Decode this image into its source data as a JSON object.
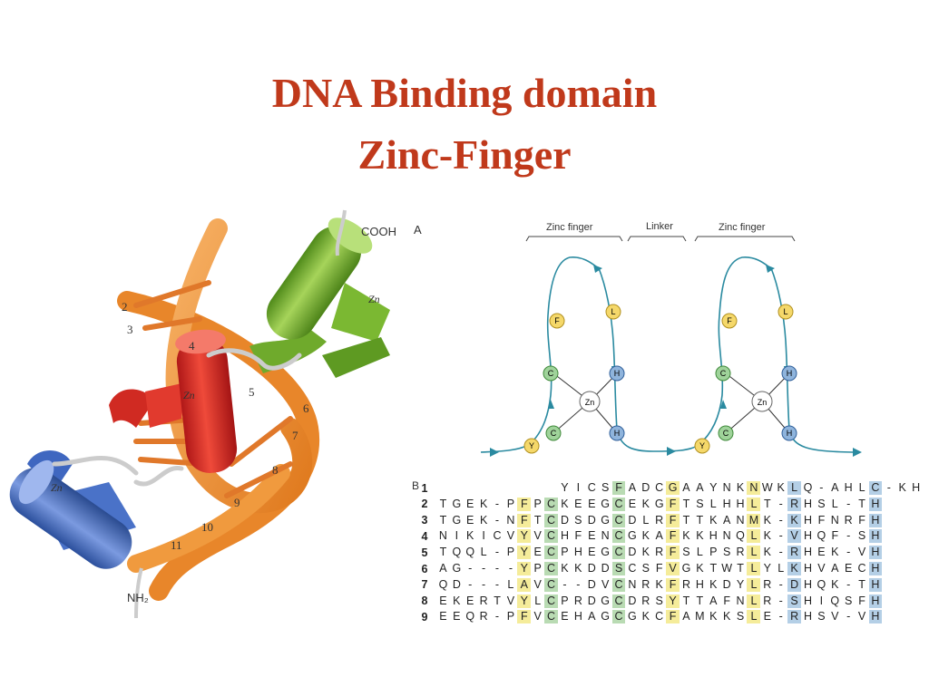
{
  "title": {
    "line1": "DNA Binding domain",
    "line2": "Zinc-Finger"
  },
  "protein_figure": {
    "labels": {
      "cooh": "COOH",
      "nh2": "NH₂",
      "zn": "Zn",
      "bases": [
        "2",
        "3",
        "4",
        "5",
        "6",
        "7",
        "8",
        "9",
        "10",
        "11"
      ]
    }
  },
  "diagram_a": {
    "panel_label": "A",
    "headers": {
      "zinc_finger_1": "Zinc finger",
      "linker": "Linker",
      "zinc_finger_2": "Zinc finger"
    },
    "residues": [
      "F",
      "L",
      "C",
      "H",
      "Zn",
      "Y"
    ]
  },
  "sequences": {
    "panel_label": "B",
    "rows": [
      {
        "num": "1",
        "seq": "         YICSFADCGAAYNKNWKLQ-AHLC-KH"
      },
      {
        "num": "2",
        "seq": "TGEK-PFPCKEEGCEKGFTSLHHLT-RHSL-TH"
      },
      {
        "num": "3",
        "seq": "TGEK-NFTCDSDGCDLRFTTKANMK-KHFNRFH"
      },
      {
        "num": "4",
        "seq": "NIKICVYVCHFENCGKAFKKHNQLK-VHQF-SH"
      },
      {
        "num": "5",
        "seq": "TQQL-PYECPHEGCDKRFSLPSRLK-RHEK-VH"
      },
      {
        "num": "6",
        "seq": "AG----YPCKKDDSCSFVGKTWTLYLKHVAECH"
      },
      {
        "num": "7",
        "seq": "QD---LAVC--DVCNRKFRHKDYLR-DHQK-TH"
      },
      {
        "num": "8",
        "seq": "EKERTVYLCPRDGCDRSYTTAFNLR-SHIQSFH"
      },
      {
        "num": "9",
        "seq": "EEQR-PFVCEHAGCGKCFAMKKSLE-RHSV-VH"
      }
    ]
  }
}
